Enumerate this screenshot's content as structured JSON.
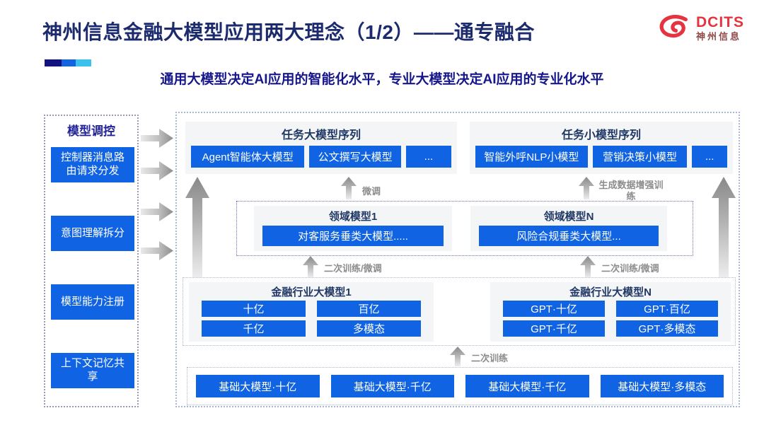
{
  "header": {
    "title": "神州信息金融大模型应用两大理念（1/2）——通专融合",
    "subtitle": "通用大模型决定AI应用的智能化水平，专业大模型决定AI应用的专业化水平",
    "accent_bar_colors": [
      "#12127e",
      "#1465dd",
      "#3cc0ec"
    ],
    "logo": {
      "brand": "DCITS",
      "brand_cn": "神州信息"
    }
  },
  "colors": {
    "box_blue": "#1063e2",
    "navy_heading": "#1f3864",
    "title_navy": "#1c2a6e",
    "subtitle_blue": "#17178c",
    "panel_bg": "#f4f5f7",
    "arrow_label_gray": "#8c8c8c",
    "logo_red": "#e5333f"
  },
  "sidebar": {
    "title": "模型调控",
    "items": [
      {
        "label": "控制器消息路由请求分发"
      },
      {
        "label": "意图理解拆分"
      },
      {
        "label": "模型能力注册"
      },
      {
        "label": "上下文记忆共享"
      }
    ]
  },
  "diagram": {
    "task_large_seq": {
      "title": "任务大模型序列",
      "items": [
        "Agent智能体大模型",
        "公文撰写大模型",
        "..."
      ]
    },
    "task_small_seq": {
      "title": "任务小模型序列",
      "items": [
        "智能外呼NLP小模型",
        "营销决策小模型",
        "..."
      ]
    },
    "arrow_labels": {
      "fine_tune": "微调",
      "gen_data_augment": "生成数据增强训练",
      "retrain_ft_left": "二次训练/微调",
      "retrain_ft_right": "二次训练/微调",
      "retrain": "二次训练"
    },
    "domain_models": {
      "panels": [
        {
          "title": "领域模型1",
          "item": "对客服务垂类大模型....."
        },
        {
          "title": "领域模型N",
          "item": "风险合规垂类大模型..."
        }
      ]
    },
    "industry_models": {
      "panels": [
        {
          "title": "金融行业大模型1",
          "items": [
            "十亿",
            "百亿",
            "千亿",
            "多模态"
          ]
        },
        {
          "title": "金融行业大模型N",
          "items": [
            "GPT·十亿",
            "GPT·百亿",
            "GPT·千亿",
            "GPT·多模态"
          ]
        }
      ]
    },
    "base_models": {
      "items": [
        "基础大模型·十亿",
        "基础大模型·千亿",
        "基础大模型·千亿",
        "基础大模型·多模态"
      ]
    }
  }
}
